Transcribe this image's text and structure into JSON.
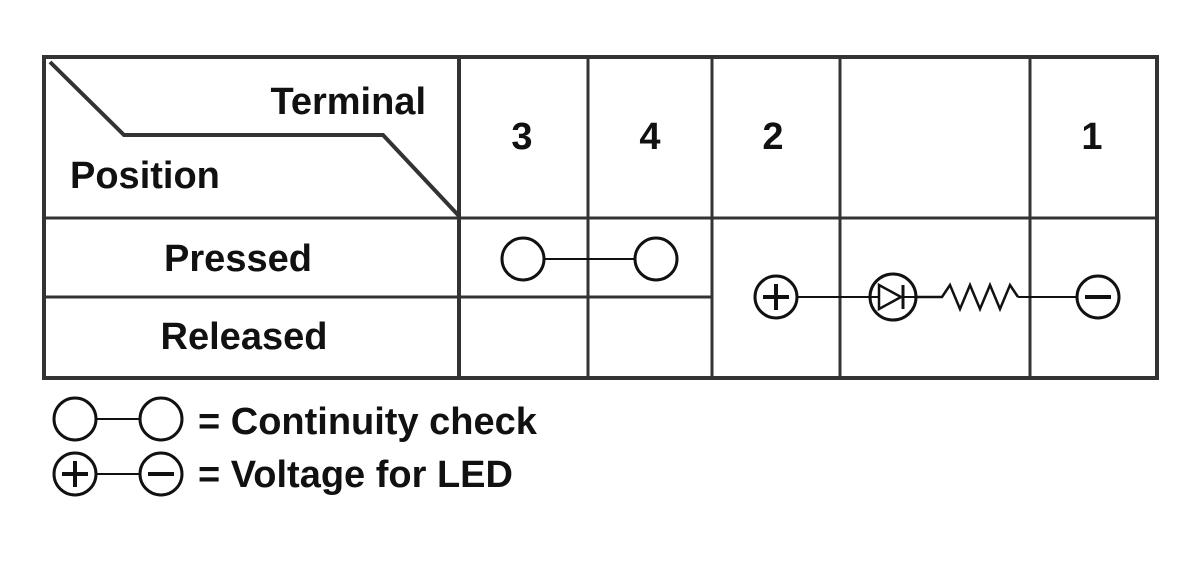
{
  "table": {
    "header_top": "Terminal",
    "header_bottom": "Position",
    "terminals": [
      "3",
      "4",
      "2",
      "",
      "1"
    ],
    "rows": [
      "Pressed",
      "Released"
    ]
  },
  "legend": {
    "continuity": "= Continuity check",
    "voltage": "= Voltage for LED"
  },
  "colors": {
    "line": "#333333",
    "text": "#111111",
    "background": "#ffffff"
  }
}
